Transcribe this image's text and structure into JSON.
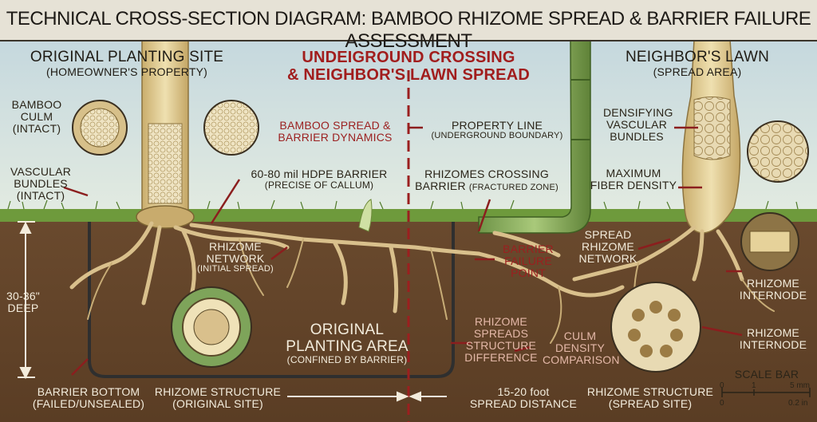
{
  "title": "TECHNICAL CROSS-SECTION DIAGRAM: BAMBOO RHIZOME SPREAD & BARRIER FAILURE ASSESSMENT",
  "left_section": {
    "heading": "ORIGINAL PLANTING SITE",
    "sub": "(HOMEOWNER'S PROPERTY)"
  },
  "center_section": {
    "heading_line1": "UNDEIGROUND CROSSING",
    "heading_line2": "& NEIGHBOR'S LAWN SPREAD"
  },
  "right_section": {
    "heading": "NEIGHBOR'S LAWN",
    "sub": "(SPREAD AREA)"
  },
  "labels": {
    "bamboo_culm": [
      "BAMBOO",
      "CULM",
      "(INTACT)"
    ],
    "vascular_bundles": [
      "VASCULAR",
      "BUNDLES",
      "(INTACT)"
    ],
    "spread_dynamics": [
      "BAMBOO SPREAD &",
      "BARRIER DYNAMICS"
    ],
    "property_line": "PROPERTY LINE",
    "property_line_sub": "(UNDERGROUND BOUNDARY)",
    "hdpe_barrier": "60-80 mil HDPE BARRIER",
    "hdpe_barrier_sub": "(PRECISE OF CALLUM)",
    "rhizomes_crossing": "RHIZOMES CROSSING",
    "rhizomes_crossing_sub_a": "BARRIER",
    "rhizomes_crossing_sub_b": "(FRACTURED ZONE)",
    "densifying": [
      "DENSIFYING",
      "VASCULAR",
      "BUNDLES"
    ],
    "max_fiber": [
      "MAXIMUM",
      "FIBER DENSITY"
    ],
    "rhizome_network": [
      "RHIZOME",
      "NETWORK",
      "(INITIAL SPREAD)"
    ],
    "barrier_failure": [
      "BARRIER",
      "FAILURE",
      "POINT"
    ],
    "spread_network": [
      "SPREAD",
      "RHIZOME",
      "NETWORK"
    ],
    "depth": [
      "30-36\"",
      "DEEP"
    ],
    "rhizome_internode_1": [
      "RHIZOME",
      "INTERNODE"
    ],
    "rhizome_internode_2": [
      "RHIZOME",
      "INTERNODE"
    ],
    "original_area": [
      "ORIGINAL",
      "PLANTING AREA"
    ],
    "original_area_sub": "(CONFINED BY BARRIER)",
    "structure_difference": [
      "RHIZOME",
      "SPREADS",
      "STRUCTURE",
      "DIFFERENCE"
    ],
    "culm_density": [
      "CULM",
      "DENSITY",
      "COMPARISON"
    ],
    "barrier_bottom": [
      "BARRIER BOTTOM",
      "(FAILED/UNSEALED)"
    ],
    "structure_original": [
      "RHIZOME STRUCTURE",
      "(ORIGINAL SITE)"
    ],
    "spread_distance": [
      "15-20 foot",
      "SPREAD DISTANCE"
    ],
    "structure_spread": [
      "RHIZOME STRUCTURE",
      "(SPREAD SITE)"
    ],
    "scale_bar": "SCALE BAR",
    "scale_ticks_top": [
      "0",
      "1",
      "5 mm"
    ],
    "scale_ticks_bottom": [
      "0",
      "0.2 in"
    ]
  },
  "colors": {
    "sky": "#cfe1e6",
    "soil": "#6b4a2c",
    "grass": "#6e9a3c",
    "culm": "#e6d29a",
    "root": "#d9c08c",
    "barrier": "#3b3b3b",
    "accent_red": "#a11d1d"
  }
}
